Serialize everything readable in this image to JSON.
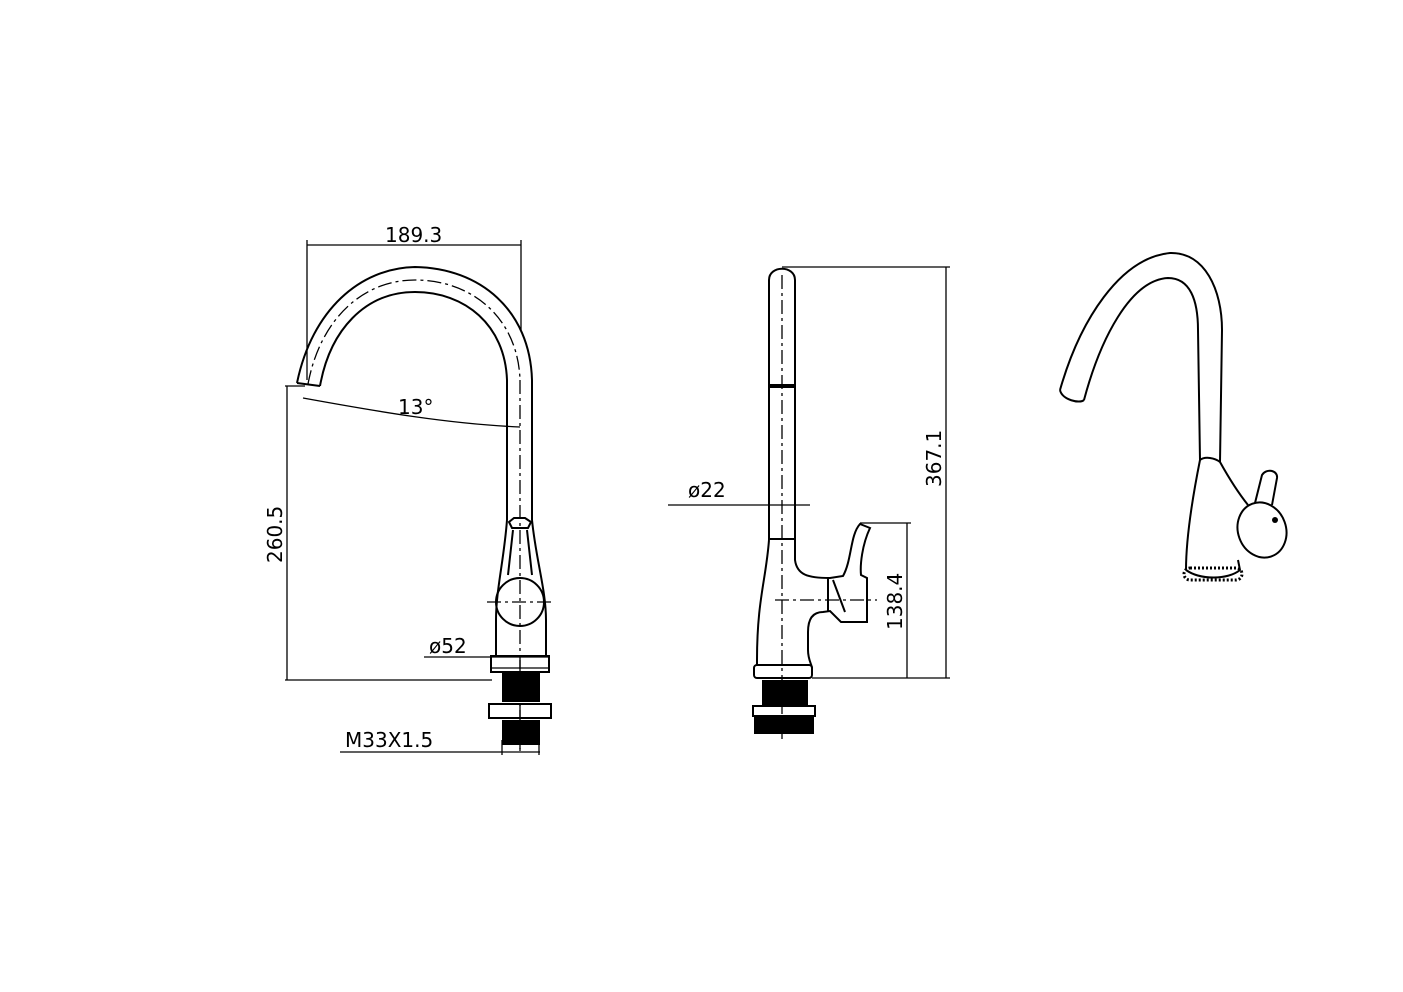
{
  "title": "Faucet technical drawing",
  "front_view": {
    "width_dim": "189.3",
    "angle_dim": "13°",
    "spout_height_dim": "260.5",
    "base_diameter_dim": "ø52",
    "thread_dim": "M33X1.5"
  },
  "side_view": {
    "tube_diameter_dim": "ø22",
    "total_height_dim": "367.1",
    "handle_height_dim": "138.4"
  },
  "colors": {
    "line": "#000000",
    "background": "#ffffff"
  }
}
